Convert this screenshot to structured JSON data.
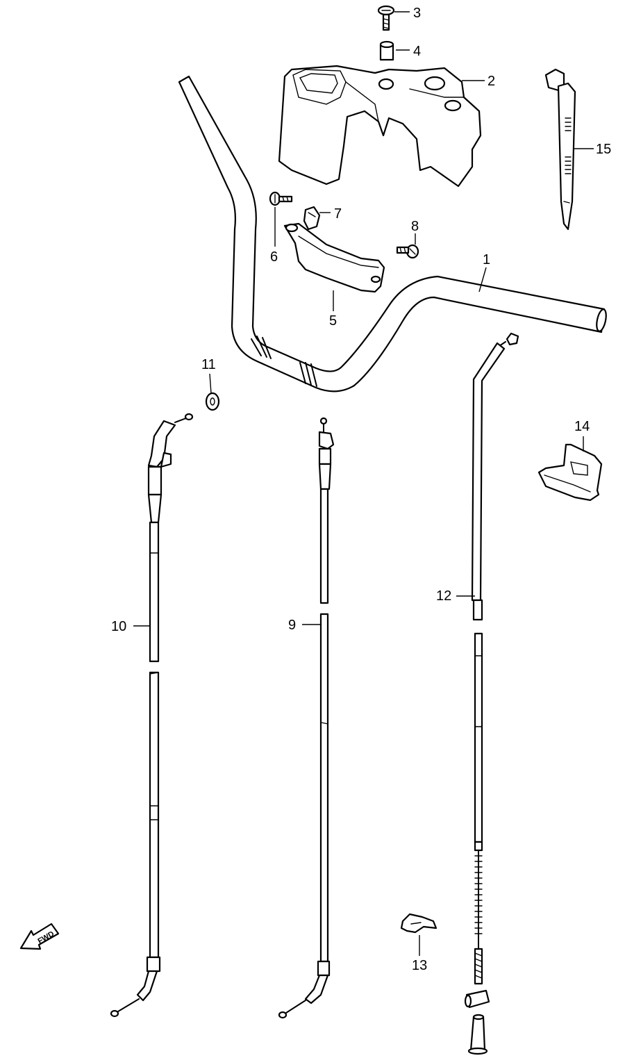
{
  "callouts": {
    "p1": "1",
    "p2": "2",
    "p3": "3",
    "p4": "4",
    "p5": "5",
    "p6": "6",
    "p7": "7",
    "p8": "8",
    "p9": "9",
    "p10": "10",
    "p11": "11",
    "p12": "12",
    "p13": "13",
    "p14": "14",
    "p15": "15"
  },
  "direction_label": "FWD",
  "colors": {
    "ink": "#000000",
    "paper": "#ffffff"
  }
}
